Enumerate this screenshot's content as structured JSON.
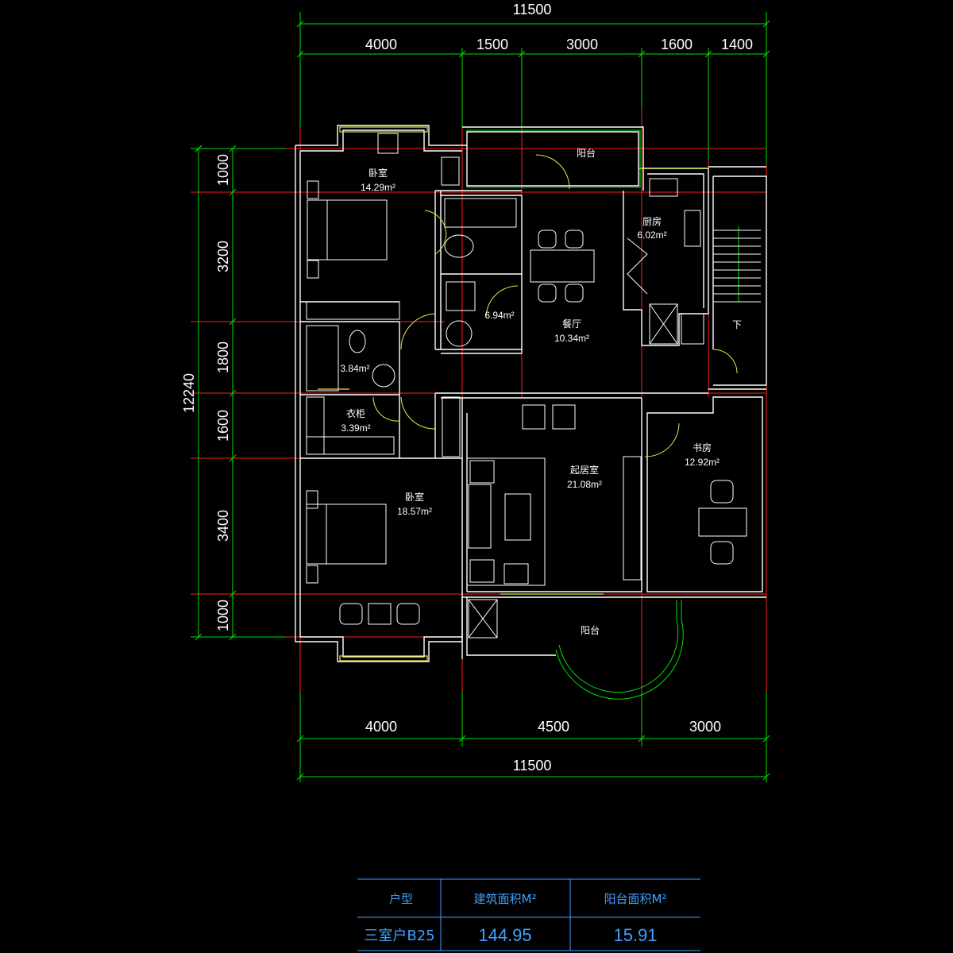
{
  "dimensions": {
    "top_total": "11500",
    "top_segments": [
      "4000",
      "1500",
      "3000",
      "1600",
      "1400"
    ],
    "bottom_segments": [
      "4000",
      "4500",
      "3000"
    ],
    "bottom_total": "11500",
    "left_total": "12240",
    "left_segments": [
      "1000",
      "3200",
      "1800",
      "1600",
      "3400",
      "1000"
    ]
  },
  "rooms": {
    "balcony_north": "阳台",
    "bedroom_north": "卧室",
    "bedroom_north_area": "14.29m²",
    "kitchen": "厨房",
    "kitchen_area": "6.02m²",
    "bath_main_area": "6.94m²",
    "dining": "餐厅",
    "dining_area": "10.34m²",
    "bath_small_area": "3.84m²",
    "wardrobe": "衣柜",
    "wardrobe_area": "3.39m²",
    "living": "起居室",
    "living_area": "21.08m²",
    "study": "书房",
    "study_area": "12.92m²",
    "bedroom_south": "卧室",
    "bedroom_south_area": "18.57m²",
    "balcony_south": "阳台",
    "stair_down": "下"
  },
  "table": {
    "headers": [
      "户型",
      "建筑面积M²",
      "阳台面积M²"
    ],
    "row": [
      "三室户B25",
      "144.95",
      "15.91"
    ]
  },
  "colors": {
    "background": "#000000",
    "dimension_lines": "#00ff00",
    "axis_lines": "#ff0000",
    "walls": "#ffffff",
    "table_text": "#3fa0ff"
  }
}
